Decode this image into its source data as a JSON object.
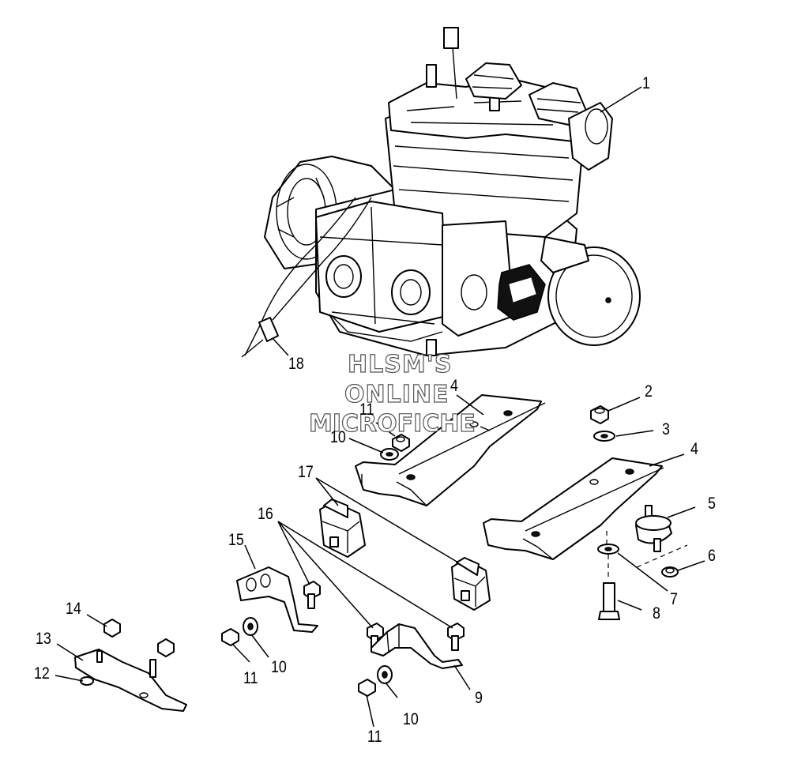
{
  "watermark": {
    "line1": "HLSM'S",
    "line2": "ONLINE",
    "line3": "MICROFICHE"
  },
  "callouts": {
    "c1": "1",
    "c2": "2",
    "c3": "3",
    "c4a": "4",
    "c4b": "4",
    "c5": "5",
    "c6": "6",
    "c7": "7",
    "c8": "8",
    "c9": "9",
    "c10a": "10",
    "c10b": "10",
    "c10c": "10",
    "c11a": "11",
    "c11b": "11",
    "c11c": "11",
    "c12": "12",
    "c13": "13",
    "c14": "14",
    "c15": "15",
    "c16": "16",
    "c17": "17",
    "c18": "18"
  }
}
